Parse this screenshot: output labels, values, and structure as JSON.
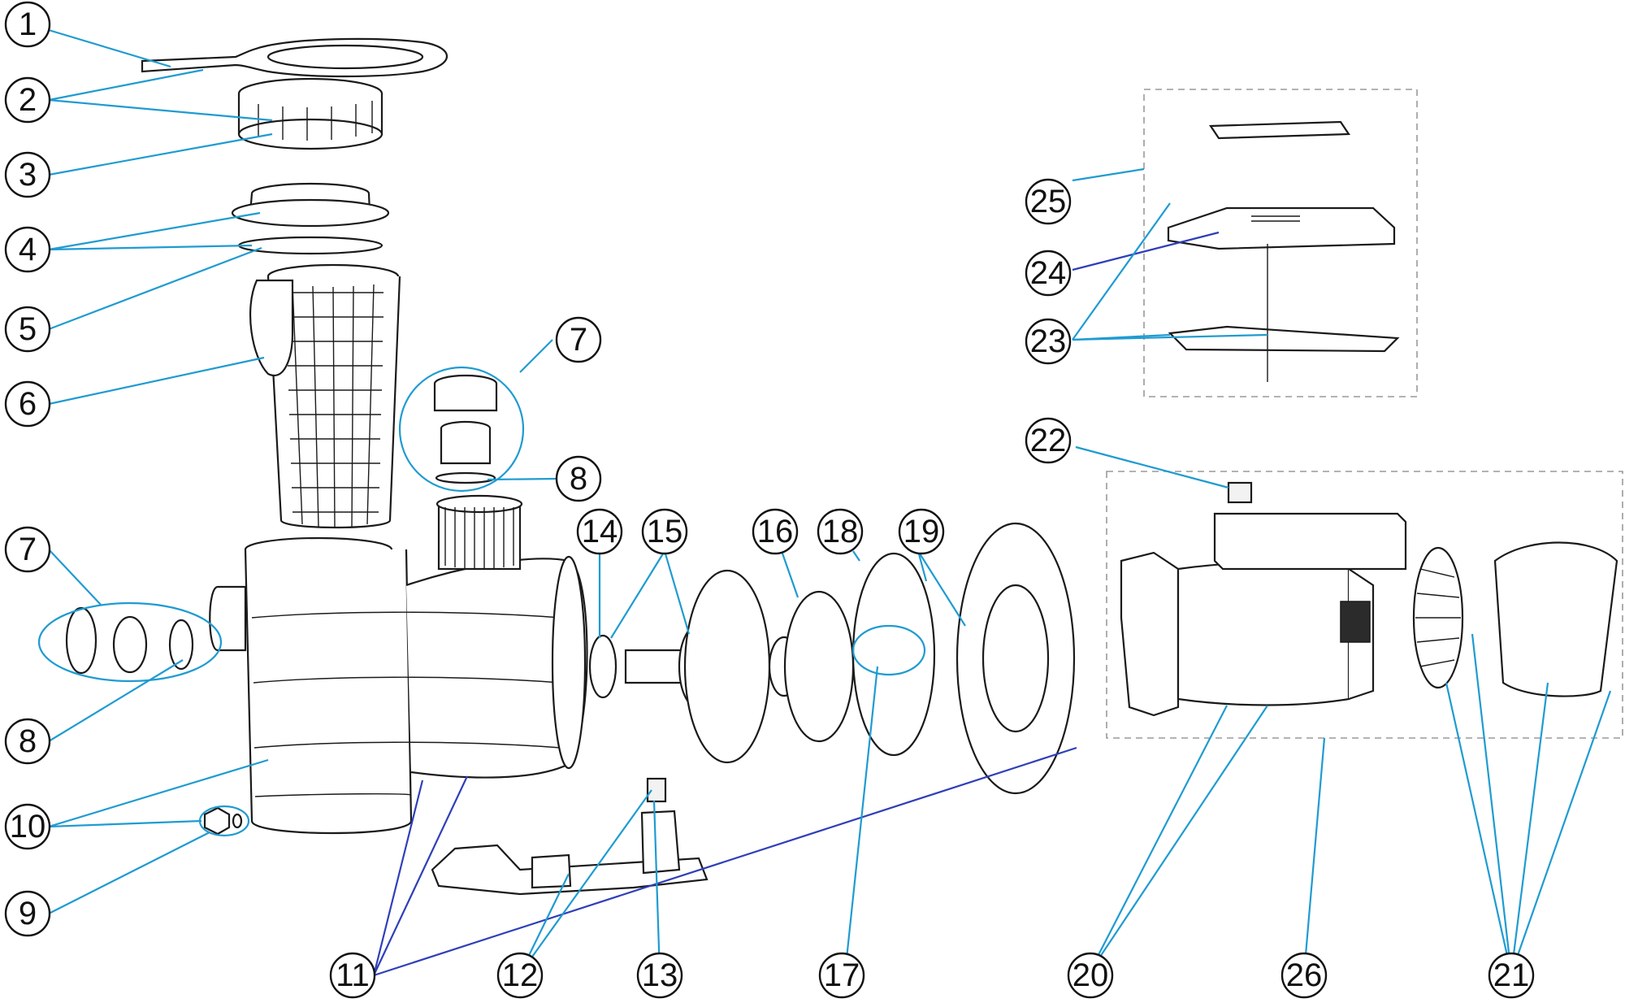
{
  "callouts": [
    {
      "id": "c1",
      "label": "1"
    },
    {
      "id": "c2",
      "label": "2"
    },
    {
      "id": "c3",
      "label": "3"
    },
    {
      "id": "c4",
      "label": "4"
    },
    {
      "id": "c5",
      "label": "5"
    },
    {
      "id": "c6",
      "label": "6"
    },
    {
      "id": "c7a",
      "label": "7"
    },
    {
      "id": "c8a",
      "label": "8"
    },
    {
      "id": "c7b",
      "label": "7"
    },
    {
      "id": "c8b",
      "label": "8"
    },
    {
      "id": "c10",
      "label": "10"
    },
    {
      "id": "c9",
      "label": "9"
    },
    {
      "id": "c14",
      "label": "14"
    },
    {
      "id": "c15",
      "label": "15"
    },
    {
      "id": "c16",
      "label": "16"
    },
    {
      "id": "c18",
      "label": "18"
    },
    {
      "id": "c19",
      "label": "19"
    },
    {
      "id": "c25",
      "label": "25"
    },
    {
      "id": "c24",
      "label": "24"
    },
    {
      "id": "c23",
      "label": "23"
    },
    {
      "id": "c22",
      "label": "22"
    },
    {
      "id": "c11",
      "label": "11"
    },
    {
      "id": "c12",
      "label": "12"
    },
    {
      "id": "c13",
      "label": "13"
    },
    {
      "id": "c17",
      "label": "17"
    },
    {
      "id": "c20",
      "label": "20"
    },
    {
      "id": "c26",
      "label": "26"
    },
    {
      "id": "c21",
      "label": "21"
    }
  ],
  "colors": {
    "leader": "#1f9bd1",
    "leader_alt": "#2f3fb8",
    "outline": "#1a1a1a"
  }
}
